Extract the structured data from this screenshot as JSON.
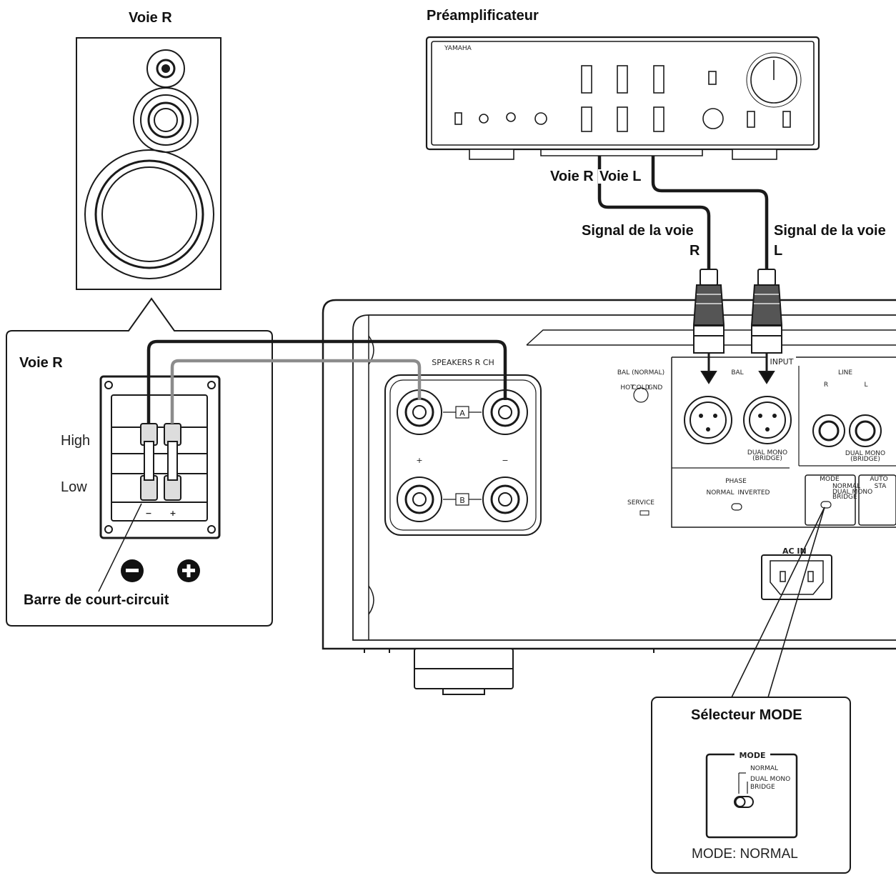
{
  "labels": {
    "speaker_title": "Voie R",
    "preamp_title": "Préamplificateur",
    "inset_channel": "Voie R",
    "terminal_high": "High",
    "terminal_low": "Low",
    "short_bar": "Barre de court-circuit",
    "cable_r": "Voie R",
    "cable_l": "Voie L",
    "signal_r_line1": "Signal de la voie",
    "signal_r_line2": "R",
    "signal_l_line1": "Signal de la voie",
    "signal_l_line2": "L",
    "mode_selector_title": "Sélecteur MODE",
    "mode_caption": "MODE: NORMAL"
  },
  "panel_marks": {
    "speakers": "SPEAKERS R CH",
    "input": "INPUT",
    "bal": "BAL",
    "line": "LINE",
    "bal_normal": "BAL (NORMAL)",
    "hot": "HOT",
    "cold": "COLD",
    "gnd": "GND",
    "dual_mono": "DUAL MONO",
    "bridge": "(BRIDGE)",
    "phase": "PHASE",
    "normal": "NORMAL",
    "inverted": "INVERTED",
    "service": "SERVICE",
    "mode": "MODE",
    "mode_normal": "NORMAL",
    "mode_dual": "DUAL MONO",
    "mode_bridge": "BRIDGE",
    "auto": "AUTO",
    "standby": "STA",
    "ac_in": "AC IN",
    "brand": "YAMAHA",
    "terminal_a": "A",
    "terminal_b": "B",
    "plus": "+",
    "minus": "−",
    "rca_r": "R",
    "rca_l": "L"
  },
  "colors": {
    "line": "#1a1a1a",
    "grey_cable": "#8c8c8c",
    "panel_fill": "#f4f4f4"
  }
}
